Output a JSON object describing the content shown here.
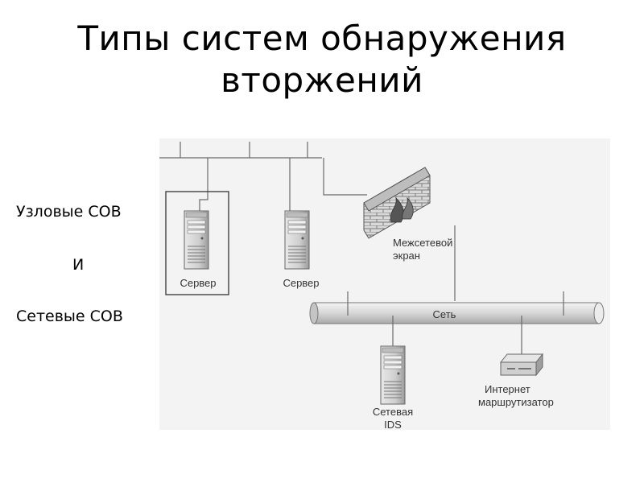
{
  "slide": {
    "title_line1": "Типы систем обнаружения",
    "title_line2": "вторжений"
  },
  "side_labels": {
    "host": "Узловые СОВ",
    "and": "И",
    "network": "Сетевые СОВ"
  },
  "diagram": {
    "server_left": "Сервер",
    "server_mid": "Сервер",
    "firewall_line1": "Межсетевой",
    "firewall_line2": "экран",
    "network": "Сеть",
    "ids_line1": "Сетевая",
    "ids_line2": "IDS",
    "router_line1": "Интернет",
    "router_line2": "маршрутизатор"
  },
  "colors": {
    "diagram_bg": "#f3f3f3",
    "line": "#6a6a6a",
    "brick": "#9a9a9a",
    "pipe": "#d8d8d8"
  }
}
